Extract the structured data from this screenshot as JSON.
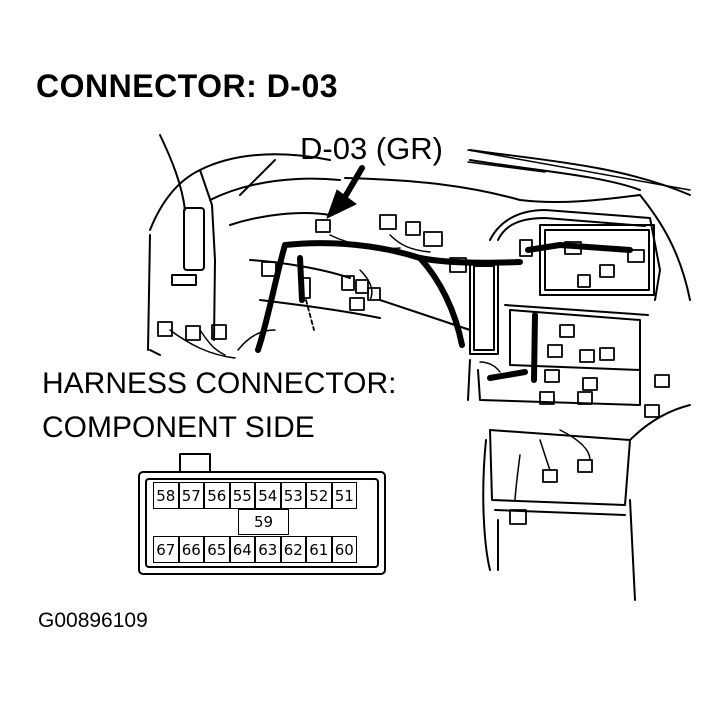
{
  "title": "CONNECTOR: D-03",
  "callout_label": "D-03 (GR)",
  "harness_label": {
    "line1": "HARNESS CONNECTOR:",
    "line2": "COMPONENT SIDE"
  },
  "connector": {
    "top_row": [
      "58",
      "57",
      "56",
      "55",
      "54",
      "53",
      "52",
      "51"
    ],
    "middle": "59",
    "bottom_row": [
      "67",
      "66",
      "65",
      "64",
      "63",
      "62",
      "61",
      "60"
    ]
  },
  "figure_id": "G00896109"
}
